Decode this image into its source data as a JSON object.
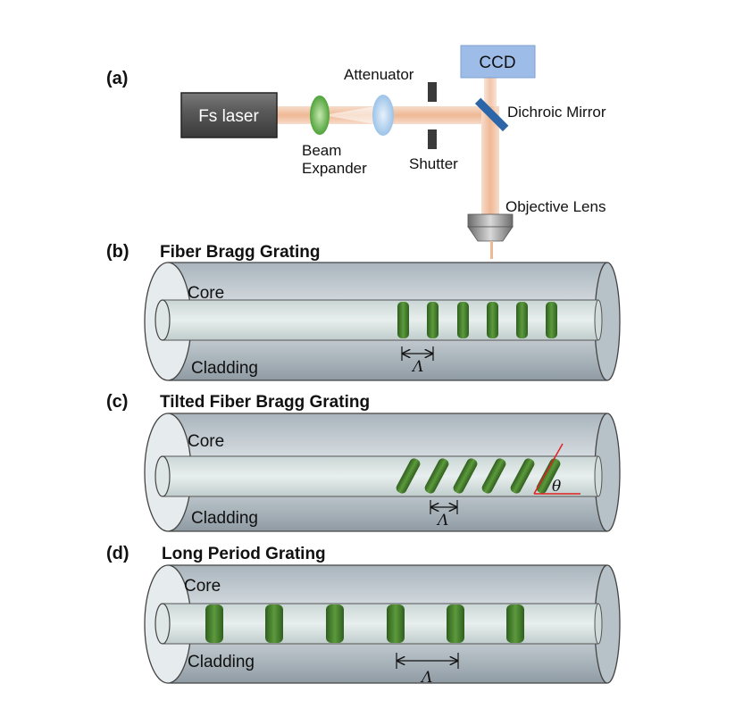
{
  "panel_a": {
    "label": "(a)",
    "fs_laser": "Fs laser",
    "ccd": "CCD",
    "attenuator": "Attenuator",
    "beam_expander_line1": "Beam",
    "beam_expander_line2": "Expander",
    "shutter": "Shutter",
    "dichroic_mirror": "Dichroic Mirror",
    "objective_lens": "Objective Lens"
  },
  "panel_b": {
    "label": "(b)",
    "title": "Fiber Bragg Grating",
    "core": "Core",
    "cladding": "Cladding",
    "period": "Λ"
  },
  "panel_c": {
    "label": "(c)",
    "title": "Tilted Fiber Bragg Grating",
    "core": "Core",
    "cladding": "Cladding",
    "period": "Λ",
    "tilt_angle": "θ"
  },
  "panel_d": {
    "label": "(d)",
    "title": "Long Period Grating",
    "core": "Core",
    "cladding": "Cladding",
    "period": "Λ"
  },
  "colors": {
    "beam": "#f2c7a8",
    "grating": "#3f7a2a",
    "grating_light": "#6aa046",
    "fiber": "#b8c4cc",
    "ccd": "#9dbce8",
    "tilt_line": "#e02020"
  }
}
